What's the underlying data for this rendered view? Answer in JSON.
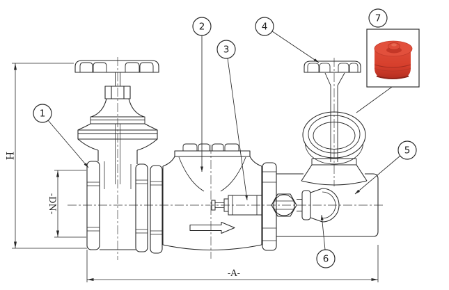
{
  "figure": {
    "background_color": "#ffffff",
    "line_color": "#262626"
  },
  "callouts": [
    {
      "label": "1"
    },
    {
      "label": "2"
    },
    {
      "label": "3"
    },
    {
      "label": "4"
    },
    {
      "label": "5"
    },
    {
      "label": "6"
    },
    {
      "label": "7"
    }
  ],
  "dimension_labels": {
    "height": "H",
    "nominal_bore": "-DN-",
    "overall_length": "-A-"
  },
  "flow_arrow": {
    "icon": "flow-direction-arrow",
    "direction": "right"
  },
  "inset_photo": {
    "subject": "red-protection-cap",
    "colors": {
      "cap_base": "#d63f2c",
      "cap_light": "#e2503c",
      "cap_dark": "#b32d20",
      "outline": "#c23a2a"
    }
  }
}
